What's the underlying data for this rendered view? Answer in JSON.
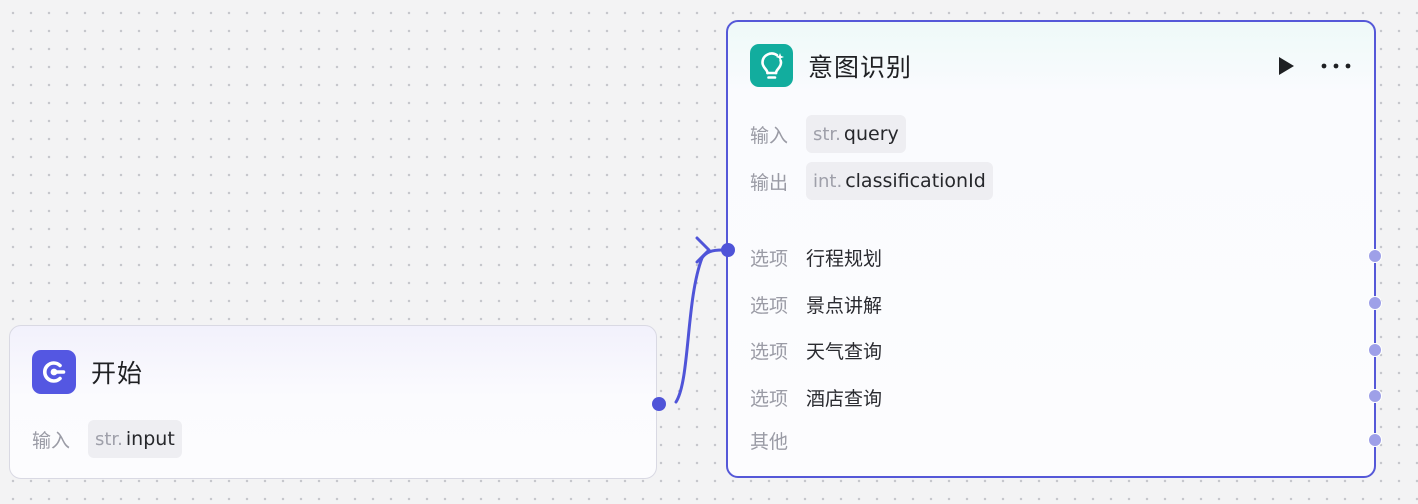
{
  "start_node": {
    "title": "开始",
    "icon": "start-icon",
    "accent": "#5457e2",
    "input": {
      "label": "输入",
      "type": "str.",
      "name": "input"
    }
  },
  "intent_node": {
    "title": "意图识别",
    "icon": "lightbulb-icon",
    "accent": "#12ad9e",
    "border_color": "#5558d8",
    "input": {
      "label": "输入",
      "type": "str.",
      "name": "query"
    },
    "output": {
      "label": "输出",
      "type": "int.",
      "name": "classificationId"
    },
    "options": [
      {
        "label": "选项",
        "value": "行程规划"
      },
      {
        "label": "选项",
        "value": "景点讲解"
      },
      {
        "label": "选项",
        "value": "天气查询"
      },
      {
        "label": "选项",
        "value": "酒店查询"
      }
    ],
    "other_label": "其他",
    "actions": {
      "run_icon": "play-icon",
      "more_icon": "more-icon"
    }
  },
  "edge_color": "#4f54d8"
}
